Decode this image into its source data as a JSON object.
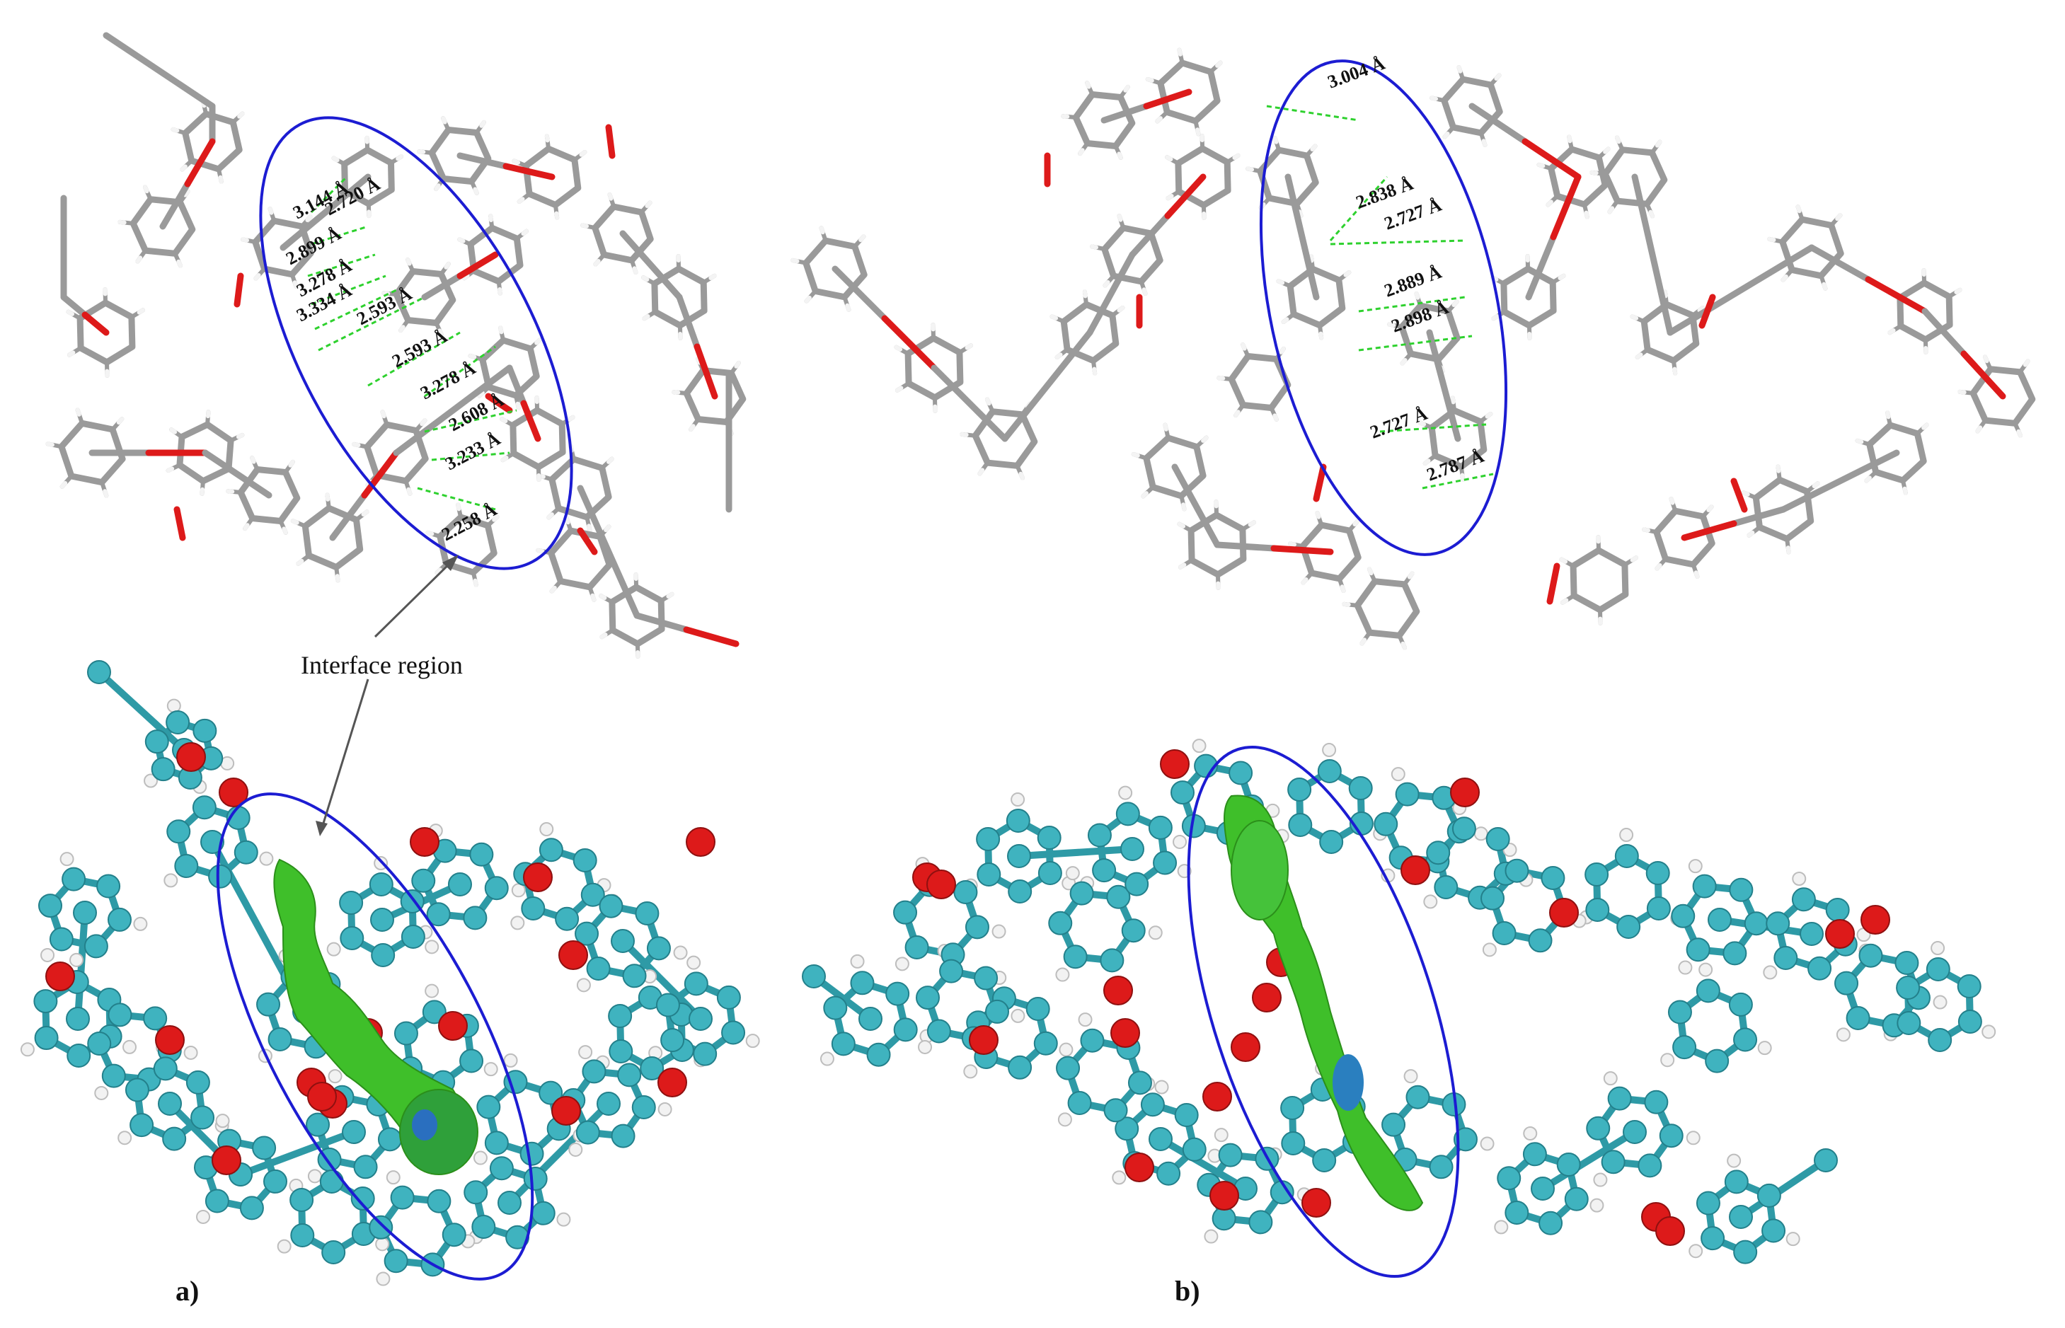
{
  "figure": {
    "annotation": "Interface region",
    "panels": [
      {
        "label": "a)",
        "distances": [
          "3.144 Å",
          "2.720 Å",
          "2.899 Å",
          "3.278 Å",
          "3.334 Å",
          "2.593 Å",
          "2.593 Å",
          "3.278 Å",
          "2.608 Å",
          "3.233 Å",
          "2.258 Å"
        ]
      },
      {
        "label": "b)",
        "distances": [
          "3.004 Å",
          "2.838 Å",
          "2.727 Å",
          "2.889 Å",
          "2.898 Å",
          "2.727 Å",
          "2.787 Å"
        ]
      }
    ]
  },
  "colors": {
    "carbon_stick": "#9a9a9a",
    "oxygen": "#dd1a1a",
    "hydrogen": "#f2f2f2",
    "carbon_ball": "#3fb3bf",
    "interaction_surface": "#3fbf2a",
    "hbond": "#2ed12e",
    "ellipse": "#1c1cd2"
  }
}
